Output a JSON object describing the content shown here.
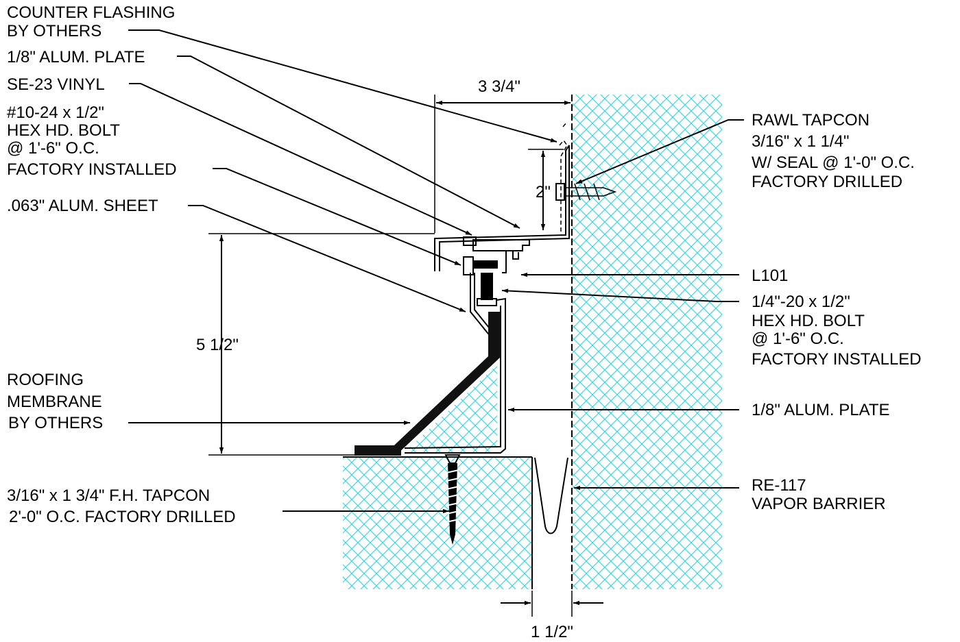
{
  "colors": {
    "hatch": "#3fd6e0",
    "line": "#000000",
    "membrane": "#111111",
    "background": "#ffffff"
  },
  "labels": {
    "counter_flashing": [
      "COUNTER FLASHING",
      "BY OTHERS"
    ],
    "alum_plate_top": "1/8\" ALUM. PLATE",
    "se23_vinyl": "SE-23 VINYL",
    "hex_bolt_10_24": [
      "#10-24 x 1/2\"",
      "HEX HD. BOLT",
      "@ 1'-6\" O.C.",
      "FACTORY INSTALLED"
    ],
    "alum_sheet": ".063\" ALUM. SHEET",
    "roofing_membrane": [
      "ROOFING",
      "MEMBRANE",
      "BY OTHERS"
    ],
    "fh_tapcon": [
      "3/16\" x 1 3/4\" F.H. TAPCON",
      "2'-0\" O.C. FACTORY DRILLED"
    ],
    "rawl_tapcon": [
      "RAWL TAPCON",
      "3/16\" x 1 1/4\"",
      "W/ SEAL @ 1'-0\" O.C.",
      "FACTORY DRILLED"
    ],
    "l101": "L101",
    "hex_bolt_quarter": [
      "1/4\"-20 x 1/2\"",
      "HEX HD. BOLT",
      "@ 1'-6\" O.C.",
      "FACTORY INSTALLED"
    ],
    "alum_plate_right": "1/8\" ALUM. PLATE",
    "vapor_barrier": [
      "RE-117",
      "VAPOR BARRIER"
    ]
  },
  "dimensions": {
    "top_width": "3 3/4\"",
    "flange_height": "2\"",
    "overall_height": "5 1/2\"",
    "gap_width": "1 1/2\""
  }
}
